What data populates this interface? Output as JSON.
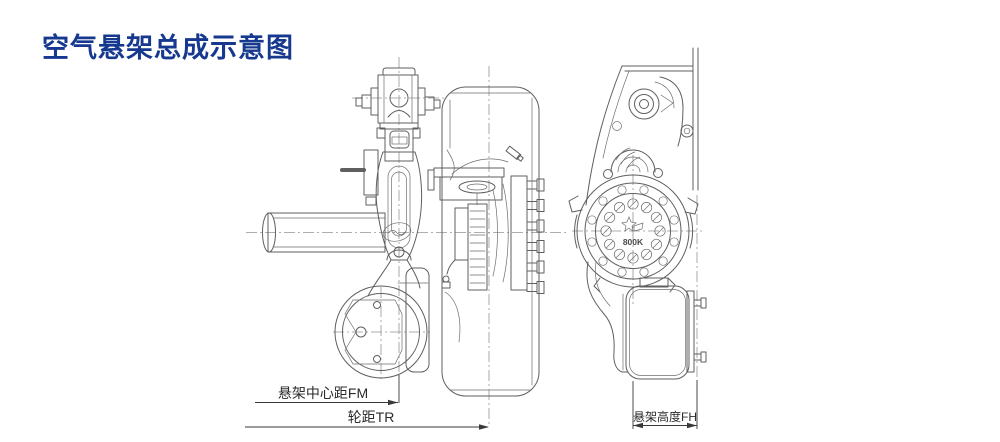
{
  "header": {
    "title": "空气悬架总成示意图",
    "title_color": "#16388e"
  },
  "drawing": {
    "description": "air suspension assembly schematic, front view and side view",
    "stroke_color": "#5f5f5f",
    "centerline_color": "#949494",
    "background": "#ffffff",
    "drum_marking": "800K",
    "dimensions": {
      "fm": {
        "label": "悬架中心距FM"
      },
      "tr": {
        "label": "轮距TR"
      },
      "fh": {
        "label": "悬架高度FH"
      }
    }
  }
}
